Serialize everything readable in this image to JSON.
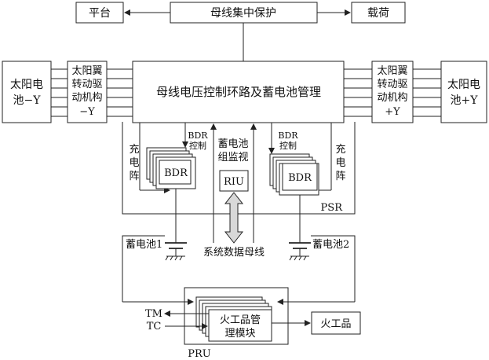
{
  "labels": {
    "platform": "平台",
    "bus_protection": "母线集中保护",
    "load": "载荷",
    "solar_left_1": "太阳电",
    "solar_left_2": "池−Y",
    "drive_left_1": "太阳翼",
    "drive_left_2": "转动驱",
    "drive_left_3": "动机构",
    "drive_left_4": "−Y",
    "main_control": "母线电压控制环路及蓄电池管理",
    "drive_right_1": "太阳翼",
    "drive_right_2": "转动驱",
    "drive_right_3": "动机构",
    "drive_right_4": "+Y",
    "solar_right_1": "太阳电",
    "solar_right_2": "池+Y",
    "bdr_left": "BDR",
    "bdr_right": "BDR",
    "bdr_ctrl_1": "BDR",
    "bdr_ctrl_2": "控制",
    "bdr_ctrl_r_1": "BDR",
    "bdr_ctrl_r_2": "控制",
    "charge_array_left": [
      "充",
      "电",
      "阵"
    ],
    "charge_array_right": [
      "充",
      "电",
      "阵"
    ],
    "battery_monitor_1": "蓄电池",
    "battery_monitor_2": "组监视",
    "riu": "RIU",
    "psr": "PSR",
    "battery_1": "蓄电池1",
    "battery_2": "蓄电池2",
    "system_bus": "系统数据母线",
    "pyro_mgmt_1": "火工品管",
    "pyro_mgmt_2": "理模块",
    "pyro": "火工品",
    "tm": "TM",
    "tc": "TC",
    "pru": "PRU"
  }
}
